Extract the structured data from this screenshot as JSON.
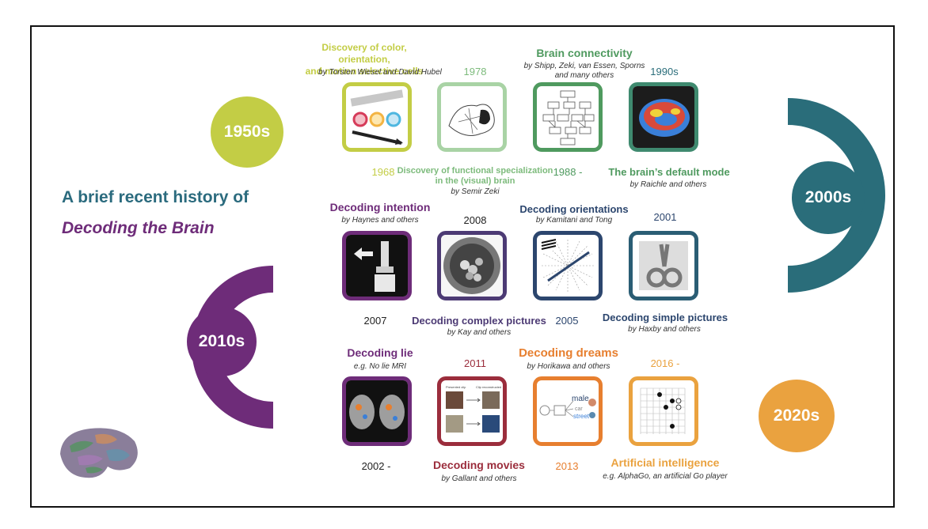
{
  "title_line1": "A brief recent history of",
  "title_line2": "Decoding the Brain",
  "eras": [
    "1950s",
    "2000s",
    "2010s",
    "2020s"
  ],
  "row1": {
    "color_discovery": {
      "title": "Discovery of color, orientation,\nand motion selective cells",
      "by": "by Torsten Wiesel and David Hubel",
      "year": "1968"
    },
    "functional": {
      "title": "Discovery of functional specialization\nin the (visual) brain",
      "by": "by Semir Zeki",
      "year": "1978"
    },
    "connectivity": {
      "title": "Brain connectivity",
      "by": "by Shipp, Zeki, van Essen, Sporns\nand many others",
      "year": "1988 -"
    },
    "default_mode": {
      "title": "The brain’s default mode",
      "by": "by Raichle and others",
      "year": "1990s"
    }
  },
  "row2": {
    "intention": {
      "title": "Decoding intention",
      "by": "by Haynes and others",
      "year": "2007"
    },
    "complex": {
      "title": "Decoding complex pictures",
      "by": "by Kay and others",
      "year": "2008"
    },
    "orientations": {
      "title": "Decoding orientations",
      "by": "by Kamitani and Tong",
      "year": "2005"
    },
    "simple": {
      "title": "Decoding simple pictures",
      "by": "by Haxby and others",
      "year": "2001"
    }
  },
  "row3": {
    "lie": {
      "title": "Decoding lie",
      "by": "e.g. No lie MRI",
      "year": "2002 -"
    },
    "movies": {
      "title": "Decoding movies",
      "by": "by Gallant and others",
      "year": "2011"
    },
    "dreams": {
      "title": "Decoding dreams",
      "by": "by Horikawa and others",
      "year": "2013"
    },
    "ai": {
      "title": "Artificial intelligence",
      "by": "e.g. AlphaGo, an artificial Go player",
      "year": "2016 -"
    }
  },
  "card_text": {
    "dream_words": [
      "male",
      "car",
      "street"
    ],
    "movie_labels": [
      "Presented clip",
      "Clip reconstructed from brain activity"
    ]
  },
  "colors": {
    "gold": "#e8b93a",
    "lime": "#c3cd45",
    "green_light": "#7dbb7c",
    "green": "#4f9a5f",
    "teal": "#2a6d7a",
    "navy": "#2c466e",
    "purple": "#6e2c79",
    "crimson": "#9b2d3c",
    "red": "#cc3b2d",
    "orange": "#e77f2f",
    "amber": "#eaa23f"
  }
}
